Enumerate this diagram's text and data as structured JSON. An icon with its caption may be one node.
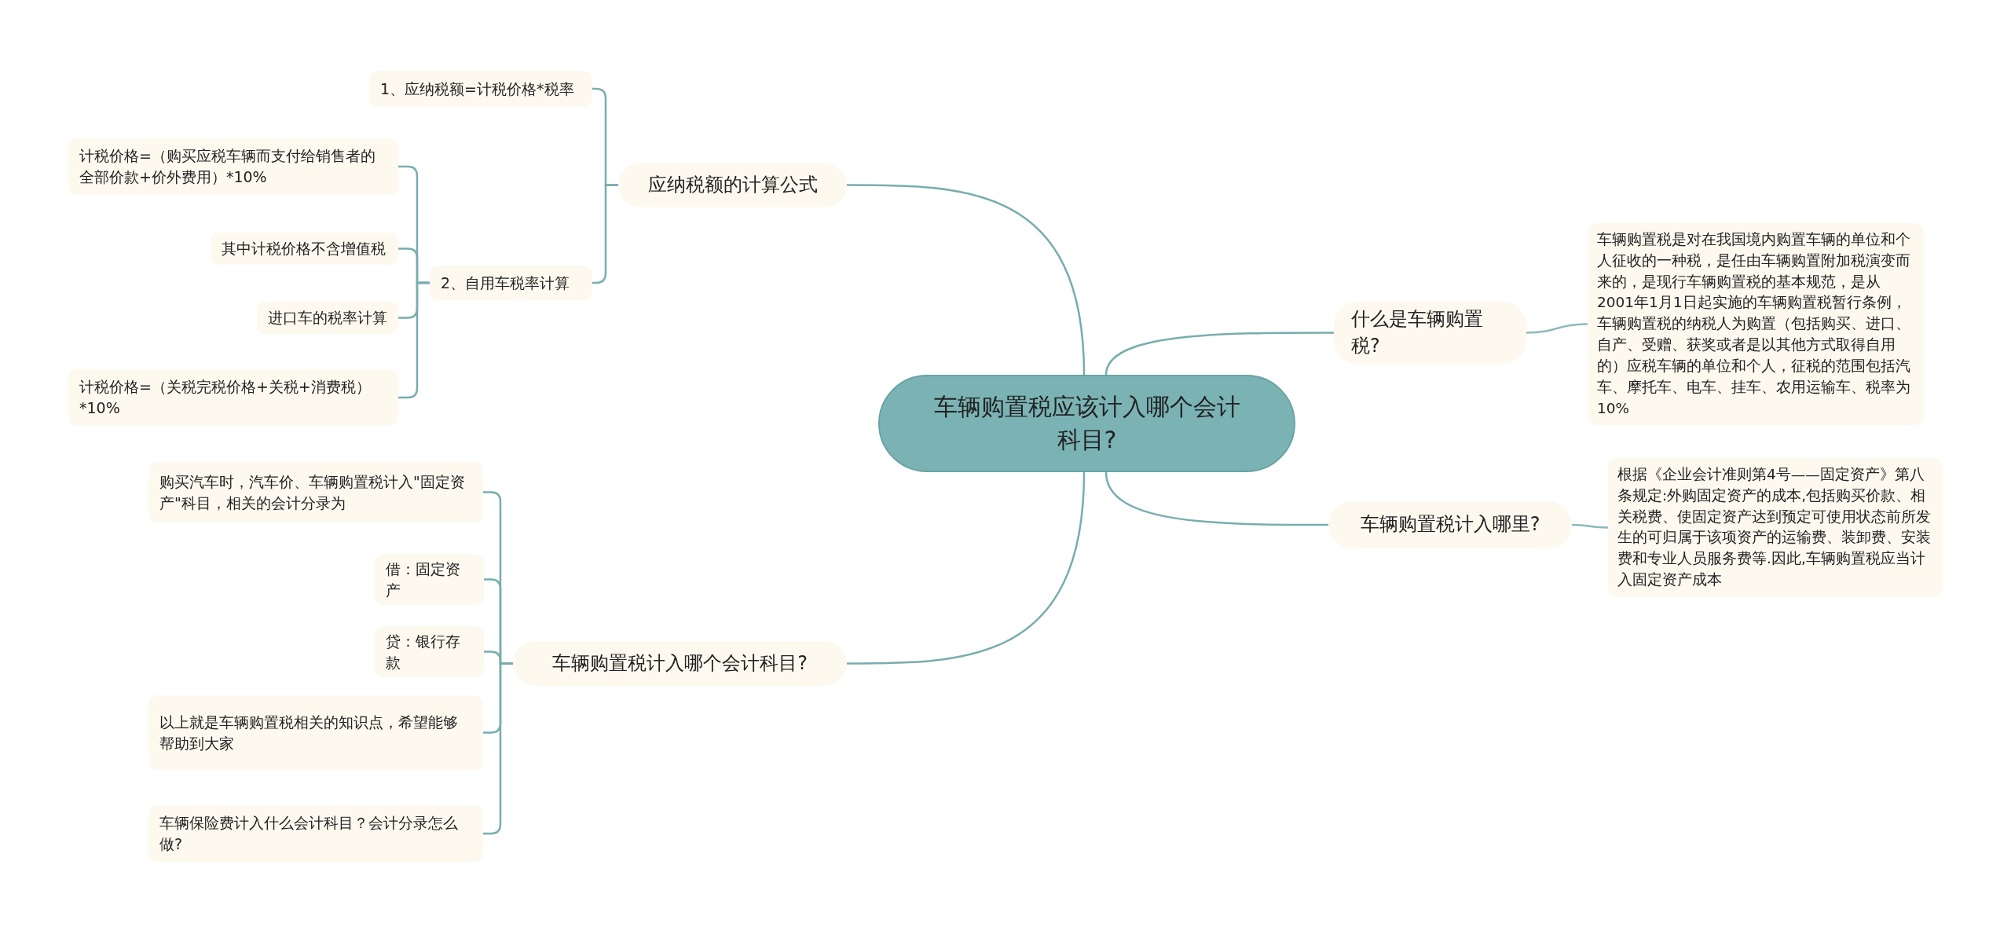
{
  "diagram": {
    "nodes": [
      {
        "text": [
          "车辆购置税应该计入哪个会计科目?"
        ]
      },
      {
        "text": [
          "应纳税额的计算公式"
        ]
      },
      {
        "text": [
          "1、应纳税额=计税价格*税率"
        ]
      },
      {
        "text": [
          "2、自用车税率计算"
        ]
      },
      {
        "text": [
          "计税价格=（购买应税车辆而支付给销售者的全部价款+价外费用）*10%"
        ]
      },
      {
        "text": [
          "其中计税价格不含增值税"
        ]
      },
      {
        "text": [
          "进口车的税率计算"
        ]
      },
      {
        "text": [
          "计税价格=（关税完税价格+关税+消费税）*10%"
        ]
      },
      {
        "text": [
          "车辆购置税计入哪个会计科目?"
        ]
      },
      {
        "text": [
          "购买汽车时，汽车价、车辆购置税计入\"固定资产\"科目，相关的会计分录为"
        ]
      },
      {
        "text": [
          "借：固定资产"
        ]
      },
      {
        "text": [
          "贷：银行存款"
        ]
      },
      {
        "text": [
          "以上就是车辆购置税相关的知识点，希望能够帮助到大家"
        ]
      },
      {
        "text": [
          "车辆保险费计入什么会计科目？会计分录怎么做?"
        ]
      },
      {
        "text": [
          "什么是车辆购置税?"
        ]
      },
      {
        "text": [
          "车辆购置税是对在我国境内购置车辆的单位和个人征收的一种税，是任由车辆购置附加税演变而来的，是现行车辆购置税的基本规范，是从2001年1月1日起实施的车辆购置税暂行条例，车辆购置税的纳税人为购置（包括购买、进口、自产、受赠、获奖或者是以其他方式取得自用的）应税车辆的单位和个人，征税的范围包括汽车、摩托车、电车、挂车、农用运输车、税率为10%"
        ]
      },
      {
        "text": [
          "车辆购置税计入哪里?"
        ]
      },
      {
        "text": [
          "根据《企业会计准则第4号——固定资产》第八条规定:外购固定资产的成本,包括购买价款、相关税费、使固定资产达到预定可使用状态前所发生的可归属于该项资产的运输费、装卸费、安装费和专业人员服务费等.因此,车辆购置税应当计入固定资产成本"
        ]
      }
    ],
    "edges": [
      {
        "from": 0,
        "to": 1,
        "arrow": "none"
      },
      {
        "from": 1,
        "to": 2,
        "arrow": "none"
      },
      {
        "from": 1,
        "to": 3,
        "arrow": "none"
      },
      {
        "from": 3,
        "to": 4,
        "arrow": "none"
      },
      {
        "from": 3,
        "to": 5,
        "arrow": "none"
      },
      {
        "from": 3,
        "to": 6,
        "arrow": "none"
      },
      {
        "from": 3,
        "to": 7,
        "arrow": "none"
      },
      {
        "from": 0,
        "to": 8,
        "arrow": "none"
      },
      {
        "from": 8,
        "to": 9,
        "arrow": "none"
      },
      {
        "from": 8,
        "to": 10,
        "arrow": "none"
      },
      {
        "from": 8,
        "to": 11,
        "arrow": "none"
      },
      {
        "from": 8,
        "to": 12,
        "arrow": "none"
      },
      {
        "from": 8,
        "to": 13,
        "arrow": "none"
      },
      {
        "from": 0,
        "to": 14,
        "arrow": "none"
      },
      {
        "from": 14,
        "to": 15,
        "arrow": "none"
      },
      {
        "from": 0,
        "to": 16,
        "arrow": "none"
      },
      {
        "from": 16,
        "to": 17,
        "arrow": "none"
      }
    ]
  }
}
